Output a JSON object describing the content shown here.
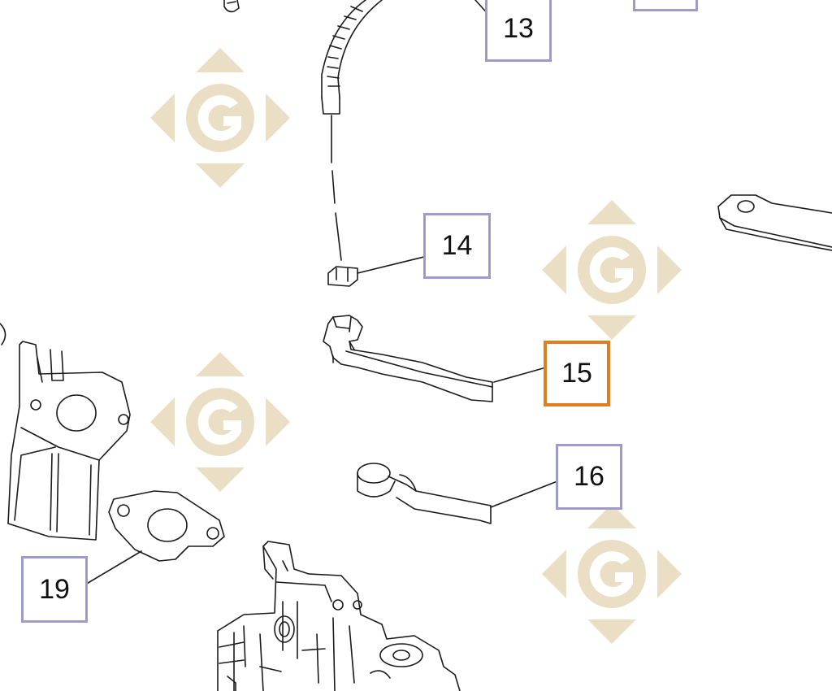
{
  "colors": {
    "callout_border": "#9e9bcc",
    "callout_highlight_border": "#e07f1a",
    "watermark": "#eadfc4",
    "line_art": "#1a1a1a"
  },
  "callouts": {
    "c13": {
      "label": "13",
      "highlighted": false
    },
    "c14": {
      "label": "14",
      "highlighted": false
    },
    "c15": {
      "label": "15",
      "highlighted": true
    },
    "c16": {
      "label": "16",
      "highlighted": false
    },
    "c19": {
      "label": "19",
      "highlighted": false
    }
  },
  "watermark": {
    "letter": "G",
    "icon": "g-diamond-logo",
    "count": 5
  }
}
